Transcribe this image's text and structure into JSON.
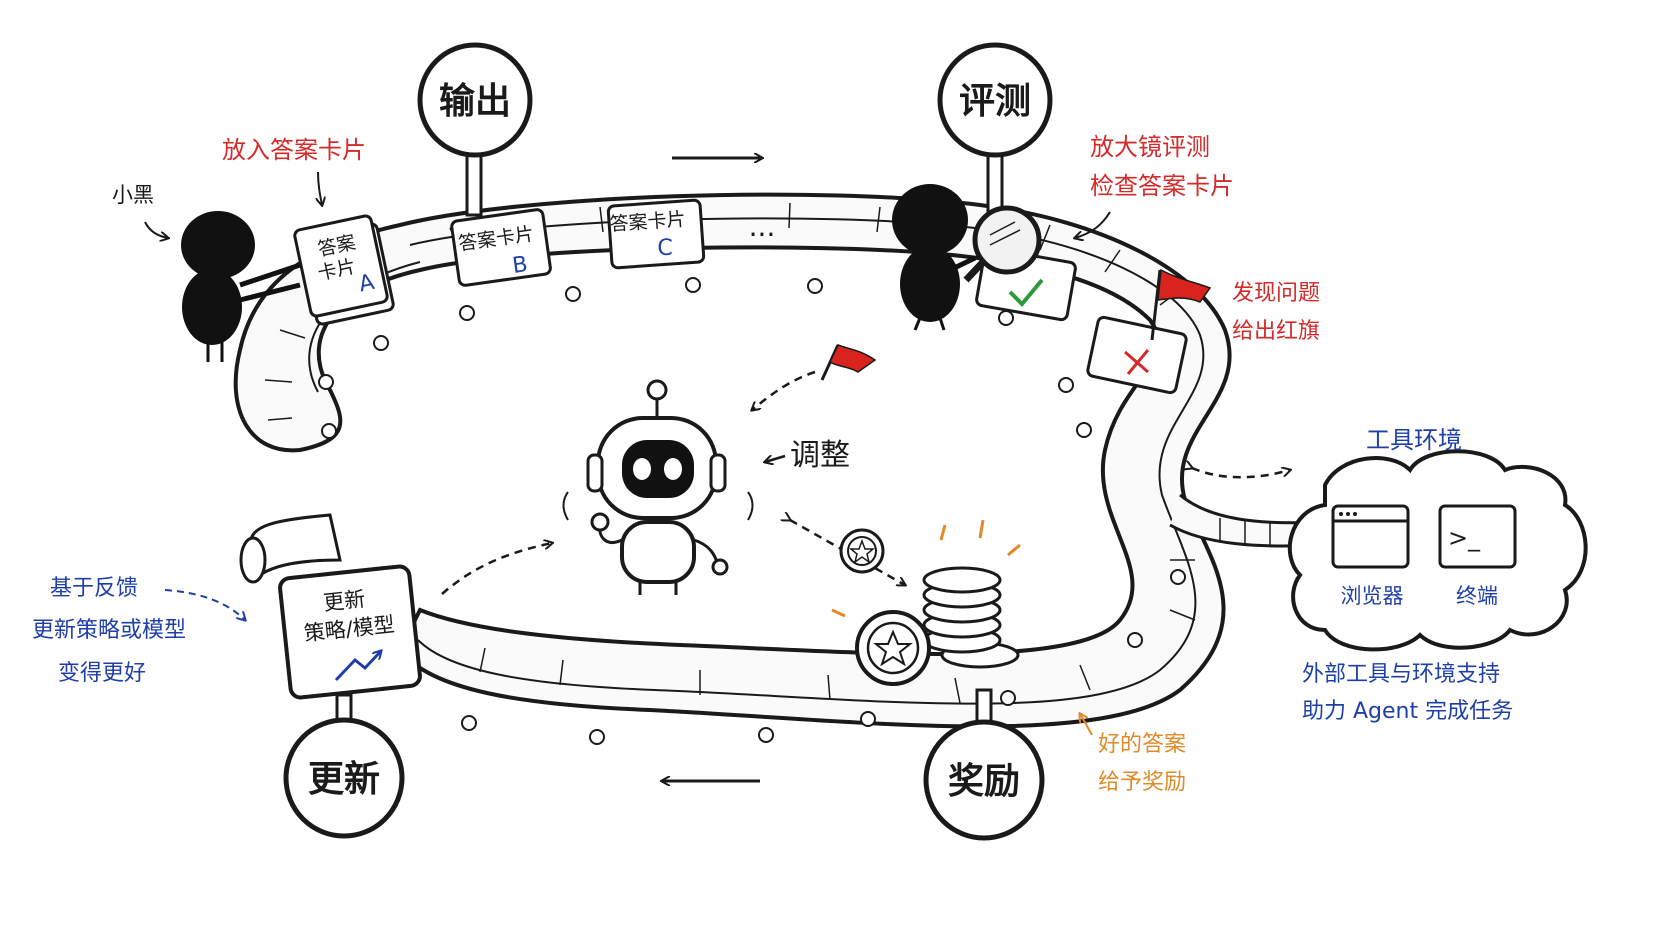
{
  "stations": {
    "output": "输出",
    "evaluate": "评测",
    "reward": "奖励",
    "update": "更新"
  },
  "annotations": {
    "xiaohei": "小黑",
    "put_card": "放入答案卡片",
    "magnifier_line1": "放大镜评测",
    "magnifier_line2": "检查答案卡片",
    "flag_line1": "发现问题",
    "flag_line2": "给出红旗",
    "adjust": "调整",
    "feedback_line1": "基于反馈",
    "feedback_line2": "更新策略或模型",
    "feedback_line3": "变得更好",
    "good_line1": "好的答案",
    "good_line2": "给予奖励",
    "tools_title": "工具环境",
    "tools_desc_line1": "外部工具与环境支持",
    "tools_desc_line2": "助力 Agent 完成任务"
  },
  "cards": [
    {
      "line1": "答案",
      "line2": "卡片",
      "letter": "A"
    },
    {
      "line1": "答案卡片",
      "letter": "B"
    },
    {
      "line1": "答案卡片",
      "letter": "C"
    }
  ],
  "ellipsis": "...",
  "scroll": {
    "line1": "更新",
    "line2": "策略/模型"
  },
  "tools": {
    "browser": "浏览器",
    "terminal": "终端",
    "terminal_prompt": ">_"
  },
  "colors": {
    "ink": "#1a1a1a",
    "red": "#d42a2a",
    "blue": "#1f3fa8",
    "orange": "#e08a2a",
    "check_green": "#2e9a3a",
    "flag_red": "#d8231f"
  }
}
